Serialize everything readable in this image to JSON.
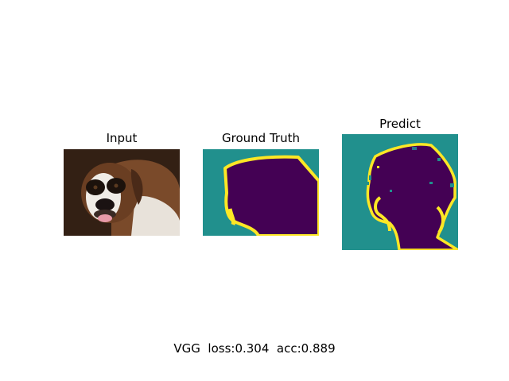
{
  "panels": {
    "input_title": "Input",
    "ground_truth_title": "Ground Truth",
    "predict_title": "Predict"
  },
  "caption": "VGG  loss:0.304  acc:0.889",
  "colors": {
    "mask_background": "#21908d",
    "mask_object": "#440154",
    "mask_boundary": "#fde725"
  }
}
